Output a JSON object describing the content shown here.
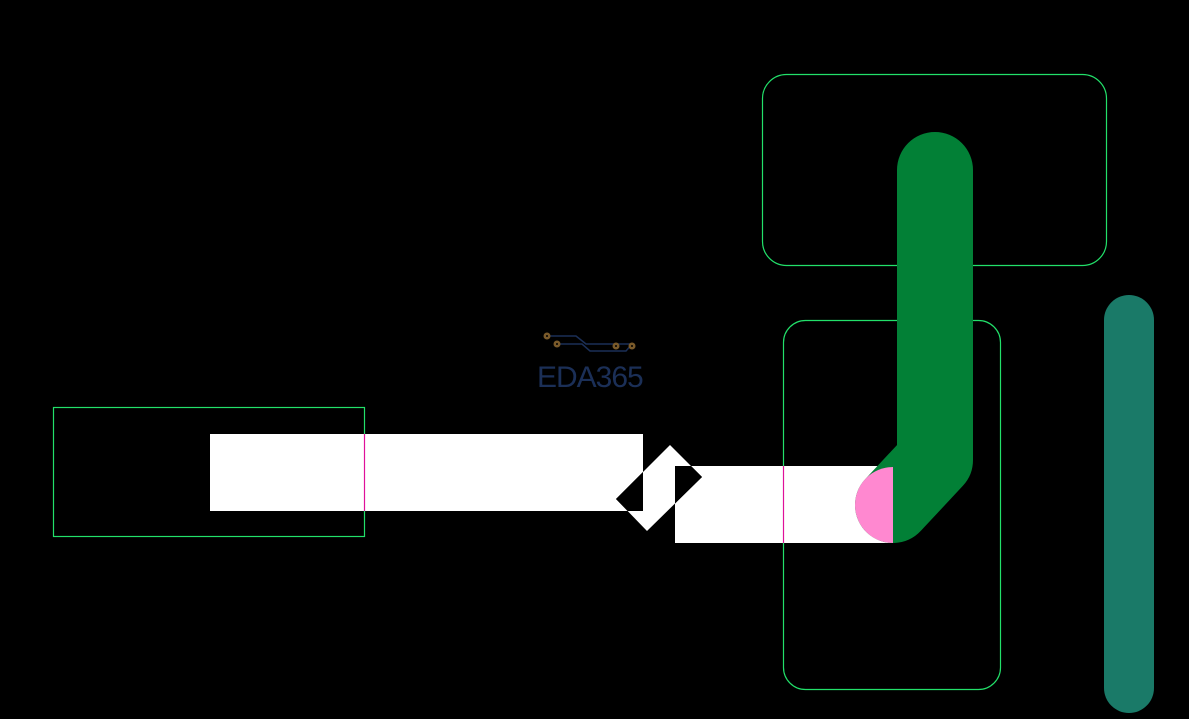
{
  "scene": {
    "type": "pcb-layout-view",
    "background_color": "#000000"
  },
  "logo": {
    "text": "EDA365",
    "text_color": "#1b2f57",
    "trace_color": "#1b2f57",
    "pad_color": "#7a5a2a"
  },
  "colors": {
    "outline": "#22e06a",
    "copper_white": "#ffffff",
    "trace_green": "#028036",
    "pad_pink": "#ff88d0",
    "edge_magenta": "#e0109a",
    "trace_teal": "#1a7a68"
  },
  "objects": [
    {
      "name": "outline-left-rect",
      "kind": "outline"
    },
    {
      "name": "outline-top-rounded-rect",
      "kind": "outline"
    },
    {
      "name": "outline-mid-rounded-rect",
      "kind": "outline"
    },
    {
      "name": "white-trace-left",
      "kind": "copper"
    },
    {
      "name": "white-trace-right",
      "kind": "copper"
    },
    {
      "name": "diamond-overlap",
      "kind": "xor-shape"
    },
    {
      "name": "green-trace",
      "kind": "trace"
    },
    {
      "name": "pink-pad-half",
      "kind": "pad"
    },
    {
      "name": "teal-trace-vertical",
      "kind": "trace"
    }
  ]
}
